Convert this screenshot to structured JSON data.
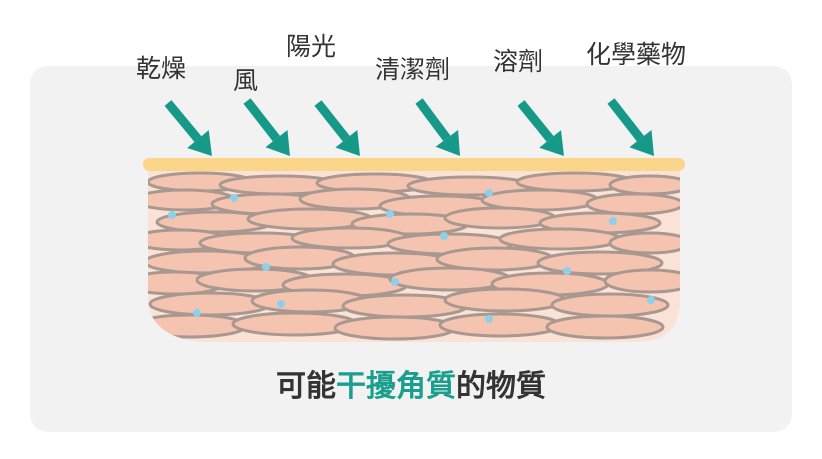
{
  "factors": [
    "乾燥",
    "風",
    "陽光",
    "清潔劑",
    "溶劑",
    "化學藥物"
  ],
  "caption": {
    "prefix": "可能",
    "highlight": "干擾角質",
    "suffix": "的物質"
  },
  "colors": {
    "arrow": "#17998a",
    "surface_bar": "#fbd58a",
    "skin_fill": "#fbe2d6",
    "cell_fill": "#f5c4b0",
    "cell_stroke": "#a89890",
    "dot": "#8dd0ec",
    "highlight": "#1a9e8e",
    "text": "#333333",
    "panel_bg": "#f2f2f2"
  },
  "icons": {
    "arrows": "arrow-down-right-icon",
    "skin_cells": "skin-cell-shape",
    "moisture": "moisture-dot"
  }
}
